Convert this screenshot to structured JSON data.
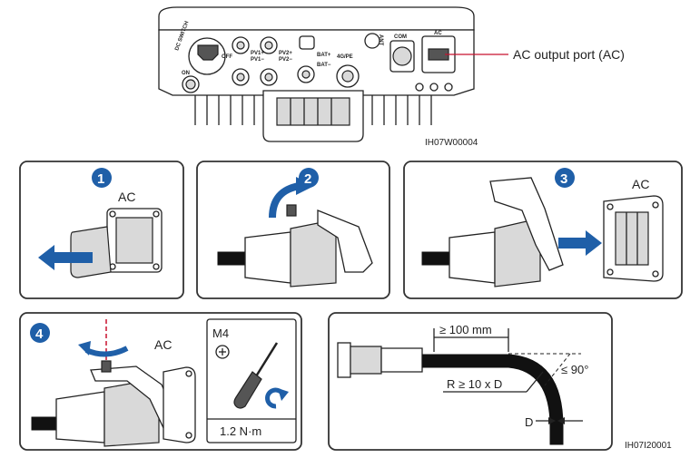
{
  "top": {
    "callout": "AC output port (AC)",
    "figure_id": "IH07W00004",
    "ports": {
      "dc_switch": "DC SWITCH",
      "off": "OFF",
      "on": "ON",
      "pv1p": "PV1+",
      "pv1m": "PV1−",
      "pv2p": "PV2+",
      "pv2m": "PV2−",
      "batp": "BAT+",
      "batm": "BAT−",
      "com": "COM",
      "ant": "ANT",
      "ac": "AC",
      "pe": "4G/PE"
    }
  },
  "steps": [
    {
      "number": "1",
      "label": "AC"
    },
    {
      "number": "2",
      "label": ""
    },
    {
      "number": "3",
      "label": "AC"
    },
    {
      "number": "4",
      "label": "AC"
    }
  ],
  "tool": {
    "size": "M4",
    "torque": "1.2 N·m"
  },
  "bend": {
    "length": "≥ 100 mm",
    "radius": "R ≥ 10 x D",
    "angle": "≤ 90°",
    "diameter": "D"
  },
  "figure_id_bottom": "IH07I20001",
  "colors": {
    "accent": "#1f5fa8",
    "callout_line": "#c8102e"
  }
}
